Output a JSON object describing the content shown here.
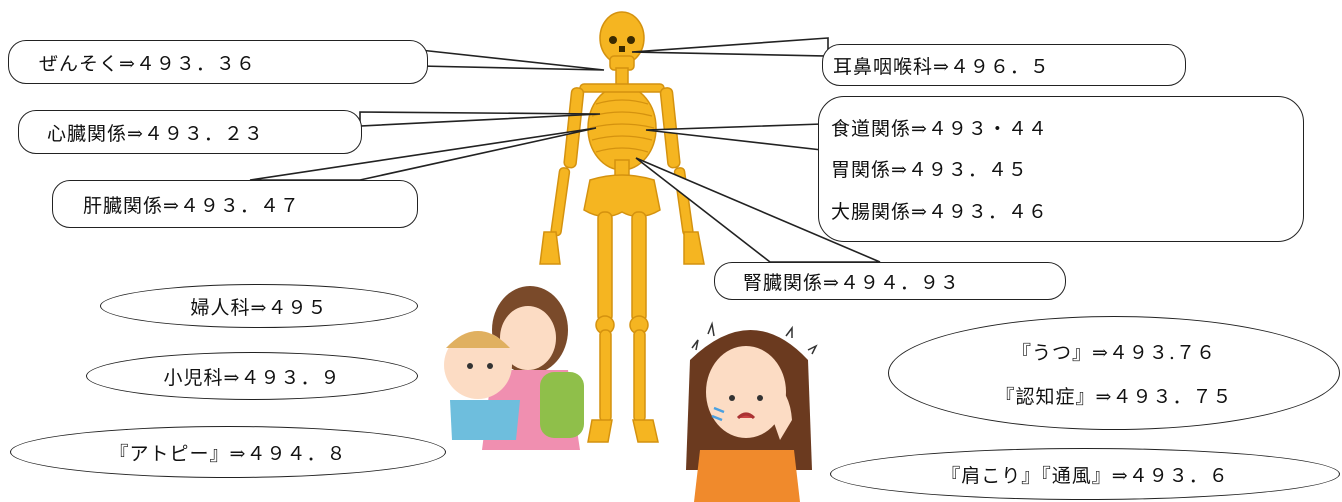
{
  "callouts": {
    "asthma": "ぜんそく⇒４９３．３６",
    "ent": "耳鼻咽喉科⇒４９６．５",
    "heart": "心臓関係⇒４９３．２３",
    "liver": "肝臓関係⇒４９３．４７",
    "digestive": [
      "食道関係⇒４９３・４４",
      "胃関係⇒４９３．４５",
      "大腸関係⇒４９３．４６"
    ],
    "kidney": "腎臓関係⇒４９４．９３",
    "gynecology": "婦人科⇒４９５",
    "pediatrics": "小児科⇒４９３．９",
    "atopy": "『アトピー』⇒４９４．８",
    "mental": [
      "『うつ』⇒４９３.７６",
      "『認知症』⇒４９３．７５"
    ],
    "shoulder_gout": "『肩こり』『通風』⇒４９３．６"
  },
  "colors": {
    "bone": "#F5B521",
    "bone_dark": "#D4920F",
    "outline": "#222222"
  }
}
